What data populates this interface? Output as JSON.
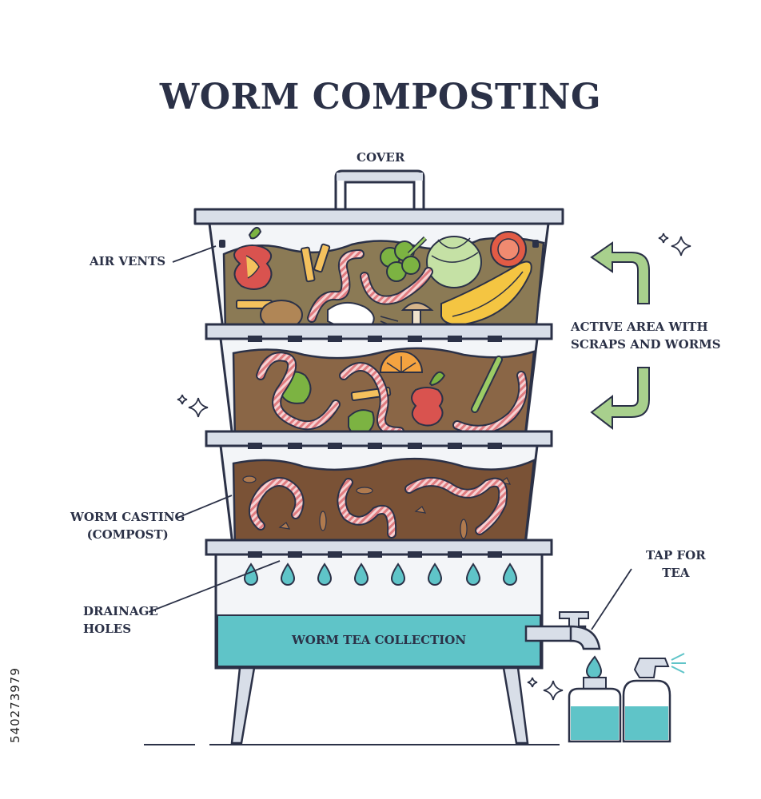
{
  "title": "WORM COMPOSTING",
  "labels": {
    "cover": "COVER",
    "air_vents": "AIR VENTS",
    "active_area_line1": "ACTIVE AREA WITH",
    "active_area_line2": "SCRAPS AND WORMS",
    "worm_casting_line1": "WORM CASTING",
    "worm_casting_line2": "(COMPOST)",
    "drainage_line1": "DRAINAGE",
    "drainage_line2": "HOLES",
    "tap_line1": "TAP FOR",
    "tap_line2": "TEA",
    "tea_collection": "WORM TEA COLLECTION"
  },
  "stock_id": "540273979",
  "colors": {
    "outline": "#2b3147",
    "bin_frame": "#d8dee8",
    "soil_active": "#8b7a55",
    "soil_dark": "#7a5a3c",
    "compost": "#7a5236",
    "worm": "#e9a0a2",
    "tea": "#5fc4c8",
    "arrow_green": "#a8d08d"
  },
  "icons": [
    "apple-core-icon",
    "fries-icon",
    "broccoli-icon",
    "lettuce-icon",
    "tomato-icon",
    "banana-peel-icon",
    "potato-icon",
    "mushroom-icon",
    "onion-icon",
    "citrus-slice-icon",
    "asparagus-icon",
    "worm-icon",
    "water-drop-icon",
    "tap-icon",
    "bottle-icon",
    "spray-bottle-icon",
    "sparkle-icon",
    "arrow-icon"
  ]
}
